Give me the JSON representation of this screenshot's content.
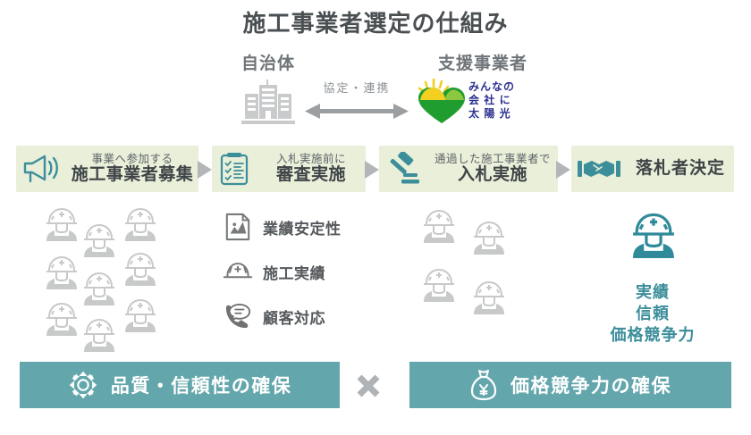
{
  "title": "施工事業者選定の仕組み",
  "colors": {
    "teal": "#63a6ac",
    "teal_dark": "#3c8e9b",
    "pale_green": "#e9efd9",
    "gray_icon": "#c8c9c9",
    "text_dark": "#4a4f52",
    "logo_blue": "#2c2f8f",
    "logo_green": "#1f9d2f",
    "logo_yellow": "#f2cf21"
  },
  "top": {
    "municipality": {
      "label": "自治体",
      "icon": "government-building-icon"
    },
    "connector": {
      "label": "協定・連携",
      "icon": "double-arrow-icon"
    },
    "partner": {
      "label": "支援事業者",
      "logo": {
        "icon": "sun-heart-logo-icon",
        "lines": [
          "みんなの",
          "会 社 に",
          "太 陽 光"
        ]
      }
    }
  },
  "process": {
    "steps": [
      {
        "icon": "megaphone-icon",
        "sub": "事業へ参加する",
        "main": "施工事業者募集"
      },
      {
        "icon": "checklist-icon",
        "sub": "入札実施前に",
        "main": "審査実施"
      },
      {
        "icon": "gavel-icon",
        "sub": "通過した施工事業者で",
        "main": "入札実施"
      },
      {
        "icon": "handshake-icon",
        "sub": "",
        "main": "落札者決定"
      }
    ],
    "separator_icon": "triangle-right-icon"
  },
  "criteria": [
    {
      "icon": "report-chart-icon",
      "label": "業績安定性"
    },
    {
      "icon": "helmet-icon",
      "label": "施工実績"
    },
    {
      "icon": "phone-support-icon",
      "label": "顧客対応"
    }
  ],
  "applicants": {
    "icon": "worker-icon",
    "count": 9
  },
  "screened": {
    "icon": "worker-icon",
    "count": 4
  },
  "winner": {
    "icon": "worker-highlight-icon",
    "keywords": [
      "実績",
      "信頼",
      "価格競争力"
    ]
  },
  "outcome": {
    "left": {
      "icon": "gear-icon",
      "label": "品質・信頼性の確保"
    },
    "operator": {
      "icon": "multiply-icon",
      "label": "×"
    },
    "right": {
      "icon": "money-bag-icon",
      "label": "価格競争力の確保"
    }
  }
}
